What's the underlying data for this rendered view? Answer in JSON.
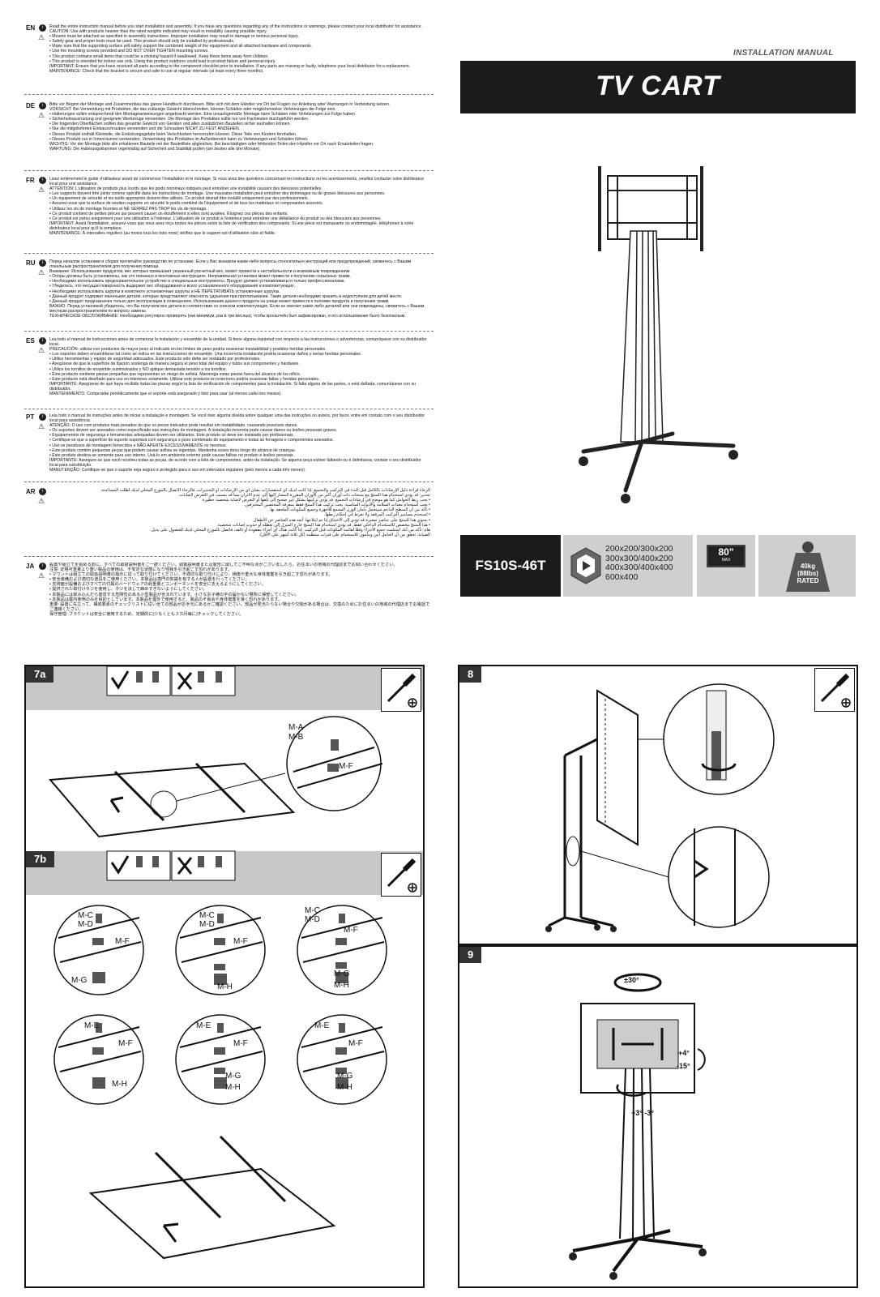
{
  "header": {
    "manual_label": "INSTALLATION MANUAL",
    "title": "TV CART"
  },
  "product": {
    "model": "FS10S-46T",
    "vesa": [
      "200x200/300x200",
      "300x300/400x200",
      "400x300/400x400",
      "600x400"
    ],
    "max_size": "80\"",
    "max_label": "MAX",
    "weight_lines": [
      "40kg",
      "(88lbs)",
      "RATED"
    ]
  },
  "languages": [
    {
      "code": "EN",
      "text": "Read the entire instruction manual before you start installation and assembly. If you have any questions regarding any of the instructions or warnings, please contact your local distributor for assistance.\nCAUTION: Use with products heavier than the rated weights indicated may result in instability causing possible injury.\n• Mounts must be attached as specified in assembly instructions. Improper installation may result in damage or serious personal injury.\n• Safety gear and proper tools must be used. This product should only be installed by professionals.\n• Make sure that the supporting surface will safely support the combined weight of the equipment and all attached hardware and components.\n• Use the mounting screws provided and DO NOT OVER TIGHTEN mounting screws.\n• This product contains small items that could be a choking hazard if swallowed. Keep these items away from children.\n• This product is intended for indoor use only. Using this product outdoors could lead to product failure and personal injury.\nIMPORTANT: Ensure that you have received all parts according to the component checklist prior to installation. If any parts are missing or faulty, telephone your local distributor for a replacement.\nMAINTENANCE: Check that the bracket is secure and safe to use at regular intervals (at least every three months)."
    },
    {
      "code": "DE",
      "text": "Bitte vor Beginn der Montage und Zusammenbau das ganze Handbuch durchlesen. Bitte sich mit dem Händler vor Ort bei Fragen zur Anleitung oder Warnungen in Verbindung setzen.\nVORSICHT: Bei Verwendung mit Produkten, die das zulässige Gewicht überschreiten, können Schäden oder möglicherweise Verletzungen die Folge sein.\n• Halterungen sollen entsprechend den Montageanweisungen angebracht werden. Eine unsachgemäße Montage kann Schäden oder Verletzungen zur Folge haben.\n• Sicherheitsausrüstung und geeignete Werkzeuge verwenden. Die Montage des Produktes sollte nur von Fachleuten durchgeführt werden.\n• Die tragenden Oberflächen sollten das gesamte Gewicht von Geräten und allen zusätzlichen Bauteilen sicher aushalten können.\n• Nur die mitgelieferten Einbauschrauben verwenden und die Schrauben NICHT ZU FEST ANZIEHEN.\n• Dieses Produkt enthält Kleinteile, die Erstickungsgefahr beim Verschlucken hervorrufen können. Diese Teile von Kindern fernhalten.\n• Dieses Produkt nur in Innenräumen verwenden. Verwendung des Produktes im Außenbereich kann zu Verletzungen und Schäden führen.\nWICHTIG: Vor der Montage bitte alle erhaltenen Bauteile mit der Bauteilliste abgleichen. Bei beschädigten oder fehlenden Teilen den Händler vor Ort nach Ersatzteilen fragen.\nWARTUNG: Die Halterungsklammer regelmäßig auf Sicherheit und Stabilität prüfen (am besten alle drei Monate)."
    },
    {
      "code": "FR",
      "text": "Lisez entièrement le guide d'utilisateur avant de commencer l'installation et le montage. Si vous avez des questions concernant les instructions ou les avertissements, veuillez contacter votre distributeur local pour une assistance.\nATTENTION: L'utilisation de produits plus lourds que les poids nominaux indiqués peut entraîner une instabilité causant des blessures potentielles.\n• Les supports doivent être joints comme spécifié dans les instructions de montage. Une mauvaise installation peut entraîner des dommages ou de graves blessures aux personnes.\n• Un équipement de sécurité et les outils appropriés doivent être utilisés. Ce produit devrait être installé uniquement par des professionnels.\n• Assurez-vous que la surface de soutien supporte en sécurité le poids combiné de l'équipement et de tous les matériaux et composantes associés.\n• Utilisez les vis de montage fournies et NE SERREZ PAS TROP les vis de montage.\n• Ce produit contient de petites pièces qui peuvent causer un étouffement si elles sont avalées. Éloignez ces pièces des enfants.\n• Ce produit est prévu uniquement pour une utilisation à l'intérieur. L'utilisation de ce produit à l'extérieur peut entraîner une défaillance du produit ou des blessures aux personnes.\nIMPORTANT: Avant l'installation, assurez-vous que vous avez reçu toutes les pièces selon la liste de vérification des composants. Si une pièce est manquante ou endommagée, téléphonez à votre distributeur local pour qu'il la remplace.\nMAINTENANCE: À intervalles réguliers (au moins tous les trois mois) vérifiez que le support est d'utilisation sûre et fiable."
    },
    {
      "code": "RU",
      "text": "Перед началом установки и сборки прочитайте руководство по установке. Если у Вас возникли какие-либо вопросы относительно инструкций или предупреждений, свяжитесь с Вашим локальным распространителем для получения помощи.\nВнимание: Использование продуктов, вес которых превышает указанный расчетный вес, может привести к нестабильности и возможным повреждениям.\n• Опоры должны быть установлены, как это показано в монтажных инструкциях. Неправильная установка может привести к получению серьезных травм.\n• Необходимо использовать предохранительное устройство и специальные инструменты. Продукт должен устанавливаться только профессионалами.\n• Убедитесь, что несущая поверхность выдержит вес оборудования и всего установленного оборудования и комплектующих.\n• Необходимо использовать шурупы в комплекте установочные шурупы и НЕ ПЕРЕТЯГИВАТЬ установочные шурупы.\n• Данный продукт содержит маленькие детали, которые представляют опасность удушения при проглатывании. Такие детали необходимо хранить в недоступном для детей месте.\n• Данный продукт предназначен только для эксплуатации в помещениях. Использование данного продукта на улице может привести к поломке продукта и получению травм.\nВАЖНО: Перед установкой убедитесь, что Вы получили все детали в соответствии со списком комплектующих. Если не хватает каких-либо деталей или они повреждены, свяжитесь с Вашим местным распространителем по вопросу замены.\nТЕХНИЧЕСКОЕ ОБСЛУЖИВАНИЕ: Необходимо регулярно проверять (как минимум, раз в три месяца), чтобы кронштейн был зафиксирован, и его использование было безопасным."
    },
    {
      "code": "ES",
      "text": "Lea todo el manual de instrucciones antes de comenzar la instalación y ensamble de la unidad. Si tiene alguna inquietud con respecto a las instrucciones o advertencias, comuníquese con su distribuidor local.\nPRECAUCIÓN: utilizar con productos de mayor peso al indicado en los límites de peso podría ocasionar inestabilidad y posibles heridas personales.\n• Los soportes deben ensamblarse tal como se indica en las instrucciones de ensamble. Una incorrecta instalación podría ocasionar daños y serias heridas personales.\n• Utilice herramientas y equipo de seguridad adecuados. Este producto sólo debe ser instalado por profesionales.\n• Asegúrese de que la superficie de fijación sostenga de manera segura el peso total del equipo y todos sus componentes y hardware.\n• Utilice los tornillos de ensamble suministrados y NO aplique demasiada tensión a los tornillos.\n• Este producto contiene piezas pequeñas que representan un riesgo de asfixia. Mantenga estas piezas fuera del alcance de los niños.\n• Este producto está diseñado para uso en interiores solamente. Utilizar este producto en exteriores podría ocasionar fallas y heridas personales.\nIMPORTANTE: Asegúrese de que haya recibido todas las piezas según la lista de verificación de componentes para la instalación. Si falta alguna de las partes, o está dañada, comuníquese con su distribuidor.\nMANTENIMIENTO: Compruebe periódicamente que el soporte está asegurado y listo para usar (al menos cada tres meses)."
    },
    {
      "code": "PT",
      "text": "Leia todo o manual de instruções antes de iniciar a instalação e montagem. Se você tiver alguma dúvida sobre qualquer uma das instruções ou avisos, por favor, entre em contato com o seu distribuidor local para assistência.\nATENÇÃO: O uso com produtos mais pesados do que os pesos indicados pode resultar em instabilidade, causando possíveis danos.\n• Os suportes devem ser anexados como especificado nas instruções de montagem. A instalação incorreta pode causar danos ou lesões pessoais graves.\n• Equipamentos de segurança e ferramentas adequadas devem ser utilizados. Este produto só deve ser instalado por profissionais.\n• Certifique-se que a superfície de suporte suportará com segurança o peso combinado do equipamento e todas as ferragens e componentes anexados.\n• Use os parafusos de montagem fornecidos e NÃO APERTE EXCESSIVAMENTE os mesmos.\n• Este produto contém pequenas peças que podem causar asfixia se ingeridas. Mantenha esses itens longe do alcance de crianças.\n• Este produto destina-se somente para uso interno. Usá-lo em ambiente externo pode causar falhas no produto e lesões pessoais.\nIMPORTANTE: Assegure-se que você recebeu todas as peças, de acordo com a lista de componentes, antes da instalação. Se alguma peça estiver faltando ou é defeituosa, contate o seu distribuidor local para substituição.\nMANUTENÇÃO: Certifique-se que o suporte seja seguro e protegido para o uso em intervalos regulares (pelo menos a cada três meses)."
    },
    {
      "code": "AR",
      "text": "الرجاء قراءة دليل الإرشادات بالكامل قبل البدء في التركيب والتجميع. إذا كانت لديك أي استفسارات بشأن أي من الإرشادات أو التحذيرات، فالرجاء الاتصال بالموزع المحلي لديك لطلب المساعدة.\nتحذير: قد يؤدي استخدام هذا المنتج مع منتجات ذات أوزان أكبر من الأوزان المقررة المشار إليها إلى عدم الاتزان مما قد يتسبب في التعرض لإصابات.\n• يجب ربط الحوامل كما هو موضح في إرشادات التجميع. قد يؤدي تركيبها بشكل غير صحيح إلى تلفها أو التعرض لإصابة شخصية خطيرة.\n• يجب استخدام معدات السلامة والأدوات المناسبة. يجب تركيب هذا المنتج فقط بمعرفة المختصين المحترفين.\n• تأكد من أن السطح الداعم سيتحمل بأمان الوزن المجمع للأجهزة وجميع المكونات الملحقة بها.\n• استخدم مسامير التركيب المرفقة ولا تفرط في إحكام ربطها.\n• يحتوي هذا المنتج على عناصر صغيرة قد تؤدي إلى الاختناق إذا تم ابتلاعها. أبعد هذه العناصر عن الأطفال.\n• هذا المنتج مخصص للاستخدام الداخلي فقط. قد يؤدي استخدام هذا المنتج خارج المنزل إلى تعطله أو حدوث إصابات شخصية.\nهام: تأكد من أنك استلمت جميع الأجزاء وفقًا لقائمة المكونات قبل التركيب. إذا كانت هناك أي أجزاء مفقودة أو تالفة، فاتصل بالموزع المحلي لديك للحصول على بديل.\nالصيانة: تحقق من أن الحامل آمن ومأمون للاستخدام على فترات منتظمة (كل ثلاثة أشهر على الأقل)."
    },
    {
      "code": "JA",
      "text": "設置や組立てを始める前に、すべての取扱説明書をご一読ください。取扱説明書または警告に関してご不明な点がございましたら、お住まいの地域の代理店までお問い合わせください。\n注意: 定格可重量より重い製品の使用は、不安定な状態になり怪我を引き起こす恐れがあります。\n• マウントは組立ての取扱説明書の指示に従って取り付けてください。不適切な取り付けにより、損傷や重大な身体傷害を引き起こす恐れがあります。\n• 安全装備および適切な道具をご使用ください。本製品は専門の知識を有する人が設置を行ってください。\n• 支持面が設備およびすべての付属のハードウェアの総重量とコンポーネントを安全に支えるようにしてください。\n• 提供された取付けネジを使用し、ネジを決して締めすぎないようにしてください。\n• 本製品には飲み込んだら窒息する危険性のある小型製品が含まれています。小さなお子様の手の届かない場所に保管してください。\n• 本製品は屋内使用のみを目的としています。本製品を屋外で使用すると、製品の不良会や身体傷害を導く恐れがあります。\n重要: 設置に先立って、構成要素のチェックリストに従い全ての部品がお手元にあるかご確認ください。部品が見当たらない場合や欠陥がある場合は、交換のためにお住まいの地域の代理店までお電話でご連絡ください。\n保守管理: ブラケットは安全に使用するため、定期的に(少なくとも３カ月毎に)チェックしてください。"
    }
  ],
  "steps": {
    "s7a": {
      "tag": "7a",
      "labels": [
        "M-A",
        "M-B",
        "M-F"
      ]
    },
    "s7b": {
      "tag": "7b",
      "labels": [
        "M-C",
        "M-D",
        "M-F",
        "M-G",
        "M-H",
        "M-E"
      ]
    },
    "s8": {
      "tag": "8"
    },
    "s9": {
      "tag": "9",
      "swivel": "±30°",
      "tilt_up": "+4°",
      "tilt_down": "-15°",
      "rotate": "+3°  -3°"
    }
  },
  "colors": {
    "dark": "#1b1b1b",
    "band": "#c8c8c8",
    "box": "#cfcfcf"
  }
}
